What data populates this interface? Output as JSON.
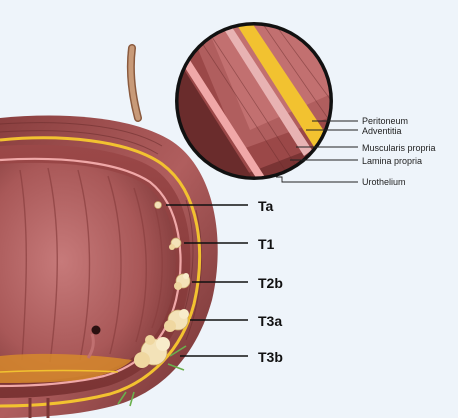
{
  "layers": [
    {
      "id": "peritoneum",
      "label": "Peritoneum"
    },
    {
      "id": "adventitia",
      "label": "Adventitia"
    },
    {
      "id": "muscularis",
      "label": "Muscularis propria"
    },
    {
      "id": "lamina",
      "label": "Lamina propria"
    },
    {
      "id": "urothelium",
      "label": "Urothelium"
    }
  ],
  "stages": [
    {
      "id": "ta",
      "label": "Ta"
    },
    {
      "id": "t1",
      "label": "T1"
    },
    {
      "id": "t2b",
      "label": "T2b"
    },
    {
      "id": "t3a",
      "label": "T3a"
    },
    {
      "id": "t3b",
      "label": "T3b"
    }
  ],
  "colors": {
    "background": "#eef4fa",
    "tissue_outer": "#7d3a3a",
    "tissue_mid": "#a65555",
    "tissue_inner": "#c07070",
    "lumen": "#9c4a4a",
    "fat_yellow": "#f2c230",
    "urothelium_pink": "#f0a8a8",
    "tumor": "#f3e2b8",
    "urine": "#d6882b",
    "ureter": "#c09070",
    "fat_spread": "#6ab04c"
  }
}
